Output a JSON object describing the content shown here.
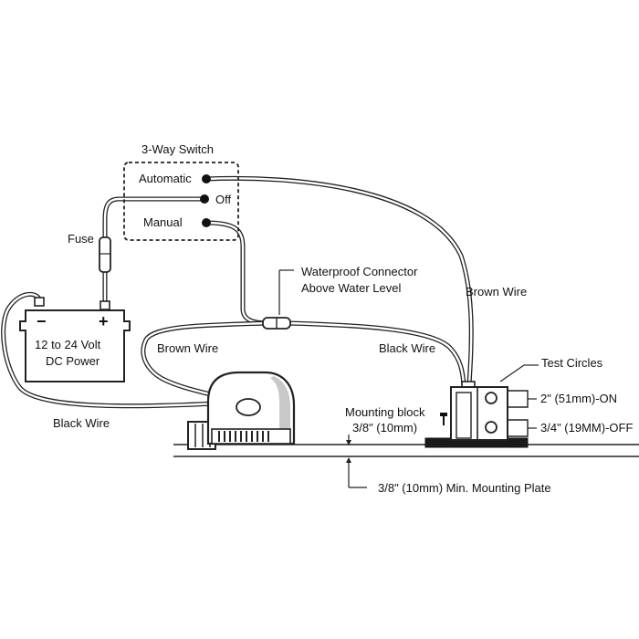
{
  "switch": {
    "title": "3-Way Switch",
    "positions": [
      "Automatic",
      "Off",
      "Manual"
    ]
  },
  "fuse_label": "Fuse",
  "battery": {
    "minus": "−",
    "plus": "+",
    "line1": "12 to 24 Volt",
    "line2": "DC Power"
  },
  "connector": {
    "line1": "Waterproof Connector",
    "line2": "Above Water Level"
  },
  "wires": {
    "brown_right": "Brown Wire",
    "brown_left": "Brown Wire",
    "black_mid": "Black Wire",
    "black_left": "Black Wire"
  },
  "sensor": {
    "test_circles": "Test Circles",
    "on_label": "2\" (51mm)-ON",
    "off_label": "3/4\" (19MM)-OFF",
    "mounting_block_line1": "Mounting block",
    "mounting_block_line2": "3/8\" (10mm)"
  },
  "plate_label": "3/8\" (10mm) Min. Mounting Plate",
  "colors": {
    "ink": "#111111",
    "wire": "#222222",
    "background": "#ffffff"
  }
}
